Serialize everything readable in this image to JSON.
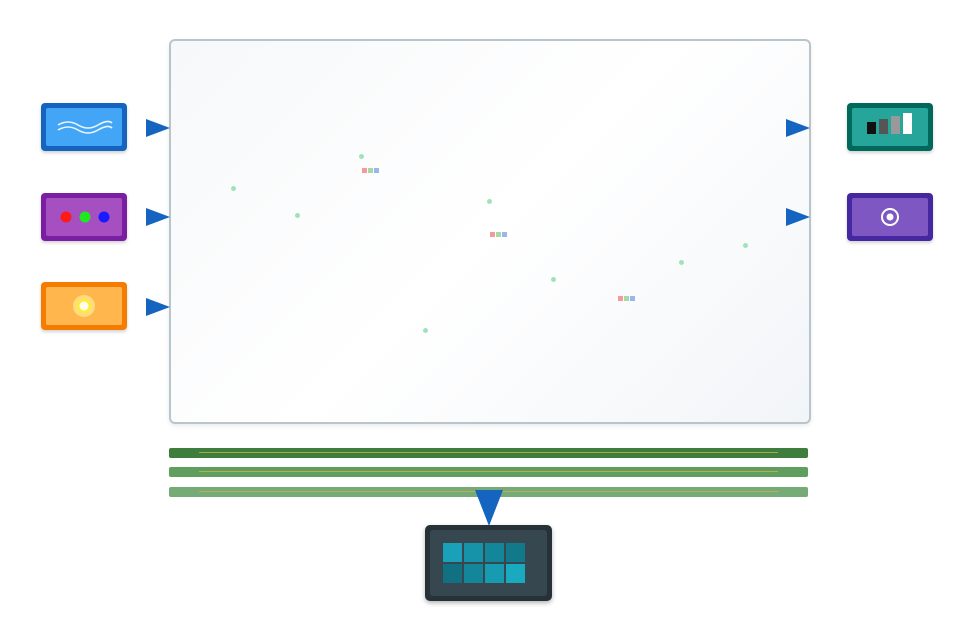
{
  "colors": {
    "arrow": "#1565c0",
    "panel_border": "#b9c5cc",
    "waves_tile": "#42a5f5",
    "rgb_tile": "#a64fc0",
    "sun_tile": "#ffb74d",
    "bars_tile": "#26a69a",
    "target_tile": "#7e57c2",
    "chip": "#263238",
    "rail_dark": "#3e7d3e",
    "rail_mid": "#5f9e5f",
    "rail_light": "#76aa76",
    "chip_cells": [
      "#1aa0b8",
      "#1693a8",
      "#148699",
      "#12798b",
      "#117082",
      "#13869a",
      "#169bb0",
      "#1aaac0"
    ]
  },
  "inputs": [
    {
      "name": "waves",
      "icon": "waves-icon"
    },
    {
      "name": "rgb",
      "icon": "rgb-dots-icon"
    },
    {
      "name": "sun",
      "icon": "sun-icon"
    }
  ],
  "outputs": [
    {
      "name": "bars",
      "icon": "grayscale-bars-icon"
    },
    {
      "name": "target",
      "icon": "target-icon"
    }
  ],
  "rails": [
    {
      "name": "rail-1",
      "shade": "dark"
    },
    {
      "name": "rail-2",
      "shade": "mid"
    },
    {
      "name": "rail-3",
      "shade": "light"
    }
  ],
  "chip": {
    "icon": "chip-grid-icon",
    "cells": 8
  }
}
